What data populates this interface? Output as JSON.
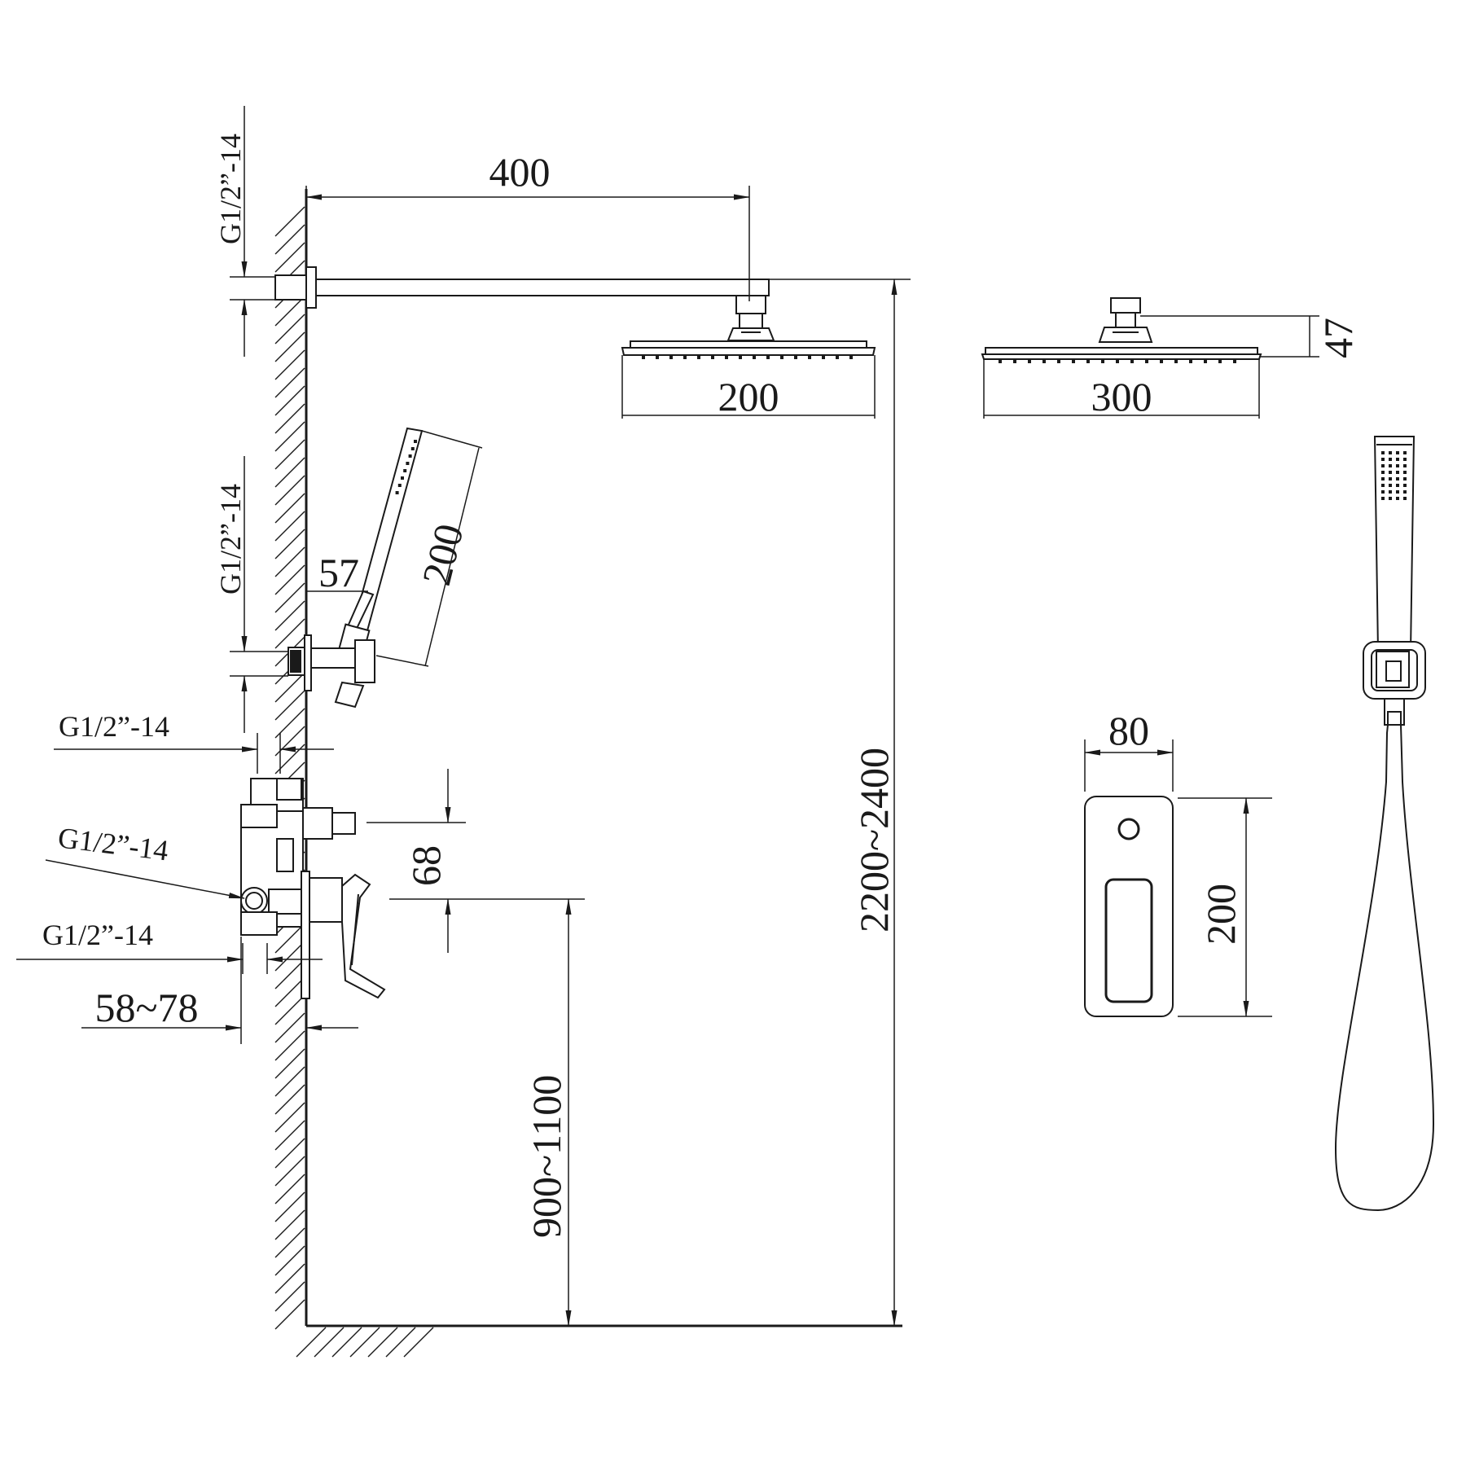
{
  "dimensions": {
    "arm_length": "400",
    "thread_arm": "G1/2”-14",
    "head_small_width": "200",
    "head_large_width": "300",
    "head_height": "47",
    "thread_hand": "G1/2”-14",
    "hand_length": "200",
    "holder_offset": "57",
    "thread_valve_top": "G1/2”-14",
    "thread_valve_side": "G1/2”-14",
    "thread_valve_bottom": "G1/2”-14",
    "wall_depth": "58~78",
    "valve_offset": "68",
    "valve_height": "900~1100",
    "total_height": "2200~2400",
    "plate_width": "80",
    "plate_height": "200"
  }
}
